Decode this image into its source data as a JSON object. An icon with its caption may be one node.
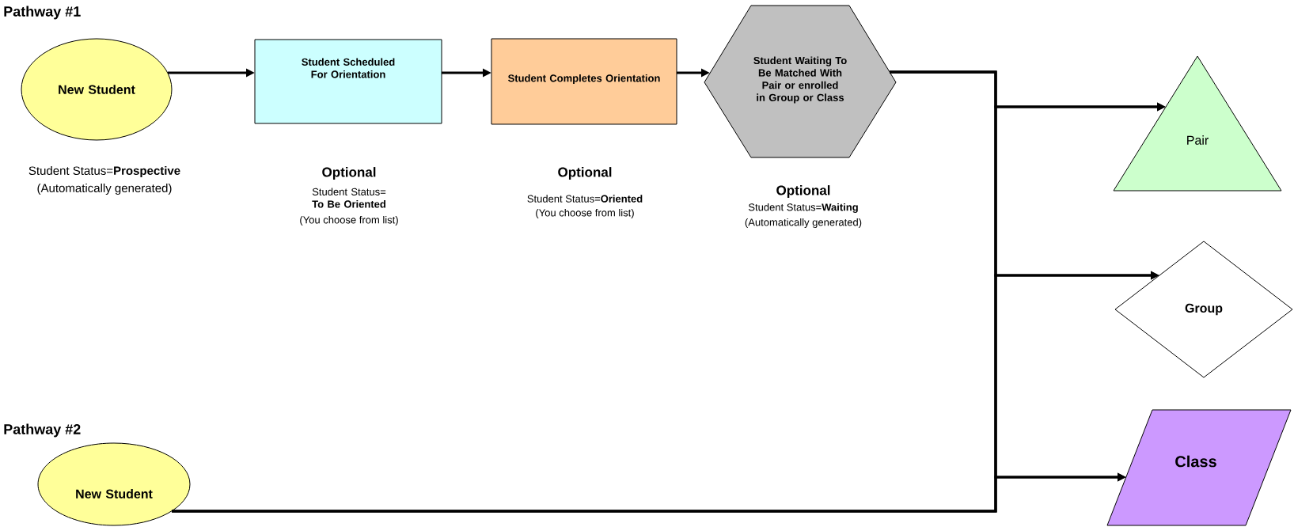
{
  "diagram": {
    "nodes": [
      {
        "text": [
          "New Student"
        ],
        "beside": [
          "Student Status=**Prospective**",
          "(Automatically generated)"
        ]
      },
      {
        "text": [
          "Student Scheduled For Orientation"
        ],
        "beside": [
          "Optional",
          "Student Status= **To Be Oriented**",
          "(You choose from list)"
        ]
      },
      {
        "text": [
          "Student Completes Orientation"
        ],
        "beside": [
          "Optional",
          "Student Status=**Oriented**",
          "(You choose from list)"
        ]
      },
      {
        "text": [
          "Student Waiting To Be Matched With Pair or enrolled in Group or Class"
        ],
        "beside": [
          "Optional",
          "Student Status=**Waiting**",
          "(Automatically generated)"
        ]
      },
      {
        "text": [
          "Pair"
        ]
      },
      {
        "text": [
          "Group"
        ]
      },
      {
        "text": [
          "Class"
        ]
      },
      {
        "text": [
          "New Student"
        ]
      }
    ],
    "edges": [
      {
        "from": 0,
        "to": 1,
        "arrow": "to"
      },
      {
        "from": 1,
        "to": 2,
        "arrow": "to"
      },
      {
        "from": 2,
        "to": 3,
        "arrow": "to"
      },
      {
        "from": 3,
        "to": 4,
        "arrow": "to"
      },
      {
        "from": 3,
        "to": 5,
        "arrow": "to"
      },
      {
        "from": 3,
        "to": 6,
        "arrow": "to"
      },
      {
        "from": 7,
        "to": 4,
        "arrow": "to"
      },
      {
        "from": 7,
        "to": 5,
        "arrow": "to"
      },
      {
        "from": 7,
        "to": 6,
        "arrow": "to"
      }
    ],
    "labels": [
      "Pathway #1",
      "Pathway #2"
    ]
  }
}
